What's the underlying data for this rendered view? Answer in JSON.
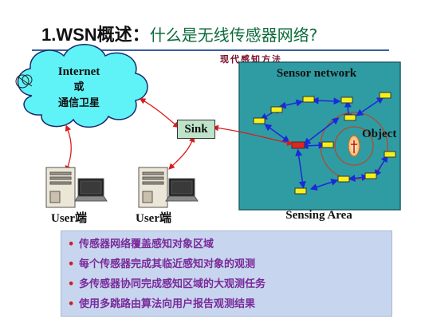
{
  "title": {
    "prefix": "1.WSN概述：",
    "question": "什么是无线传感器网络?"
  },
  "method_label": "现代感知方法",
  "cloud": {
    "line1": "Internet",
    "line2": "或",
    "line3": "通信卫星"
  },
  "sink_label": "Sink",
  "sensor_network_title": "Sensor network",
  "object_label": "Object",
  "sensing_area_label": "Sensing Area",
  "users": [
    {
      "label": "User端"
    },
    {
      "label": "User端"
    }
  ],
  "bullets": [
    "传感器网络覆盖感知对象区域",
    "每个传感器完成其临近感知对象的观测",
    "多传感器协同完成感知区域的大观测任务",
    "使用多跳路由算法向用户报告观测结果"
  ],
  "colors": {
    "title_accent": "#0c6b3a",
    "cloud_fill": "#5ff2f7",
    "network_panel": "#2f9ca4",
    "sink_fill": "#bfe3c9",
    "sensor_node": "#f5f01c",
    "gateway_node": "#e0261f",
    "arrow_blue": "#1a2ad8",
    "arrow_red": "#d81c1c",
    "bullet_panel": "#c7d6ee",
    "bullet_text": "#7a2a9a"
  }
}
